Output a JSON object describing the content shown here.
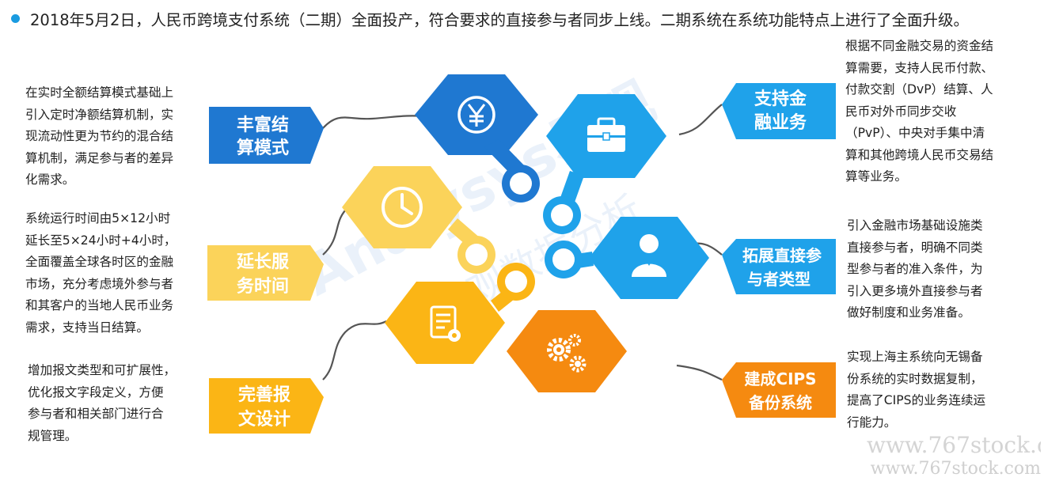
{
  "header": {
    "text": "2018年5月2日，人民币跨境支付系统（二期）全面投产，符合要求的直接参与者同步上线。二期系统在系统功能特点上进行了全面升级。"
  },
  "features": [
    {
      "label_lines": [
        "丰富结",
        "算模式"
      ],
      "color": "#1f78d1",
      "icon": "yuan-icon",
      "desc_lines": [
        "在实时全额结算模式基础上",
        "引入定时净额结算机制，实",
        "现流动性更为节约的混合结",
        "算机制，满足参与者的差异",
        "化需求。"
      ]
    },
    {
      "label_lines": [
        "延长服",
        "务时间"
      ],
      "color": "#fbd35a",
      "icon": "clock-icon",
      "desc_lines": [
        "系统运行时间由5×12小时",
        "延长至5×24小时+4小时，",
        "全面覆盖全球各时区的金融",
        "市场，充分考虑境外参与者",
        "和其客户的当地人民币业务",
        "需求，支持当日结算。"
      ]
    },
    {
      "label_lines": [
        "完善报",
        "文设计"
      ],
      "color": "#fbb515",
      "icon": "document-gear-icon",
      "desc_lines": [
        "增加报文类型和可扩展性，",
        "优化报文字段定义，方便",
        "参与者和相关部门进行合",
        "规管理。"
      ]
    },
    {
      "label_lines": [
        "支持金",
        "融业务"
      ],
      "color": "#1fa2ea",
      "icon": "briefcase-icon",
      "desc_lines": [
        "根据不同金融交易的资金结",
        "算需要，支持人民币付款、",
        "付款交割（DvP）结算、人",
        "民币对外币同步交收",
        "（PvP）、中央对手集中清",
        "算和其他跨境人民币交易结",
        "算等业务。"
      ]
    },
    {
      "label_lines": [
        "拓展直接参",
        "与者类型"
      ],
      "color": "#1fa2ea",
      "icon": "person-icon",
      "desc_lines": [
        "引入金融市场基础设施类",
        "直接参与者，明确不同类",
        "型参与者的准入条件，为",
        "引入更多境外直接参与者",
        "做好制度和业务准备。"
      ]
    },
    {
      "label_lines": [
        "建成CIPS",
        "备份系统"
      ],
      "color": "#f58a10",
      "icon": "gears-icon",
      "desc_lines": [
        "实现上海主系统向无锡备",
        "份系统的实时数据复制，",
        "提高了CIPS的业务连续运",
        "行能力。"
      ]
    }
  ],
  "watermark": {
    "brand": "Analysys易观",
    "brand_cn": "易观数据分析"
  },
  "footer_watermark": [
    "www.767stock.c",
    "www.767stock.com"
  ]
}
